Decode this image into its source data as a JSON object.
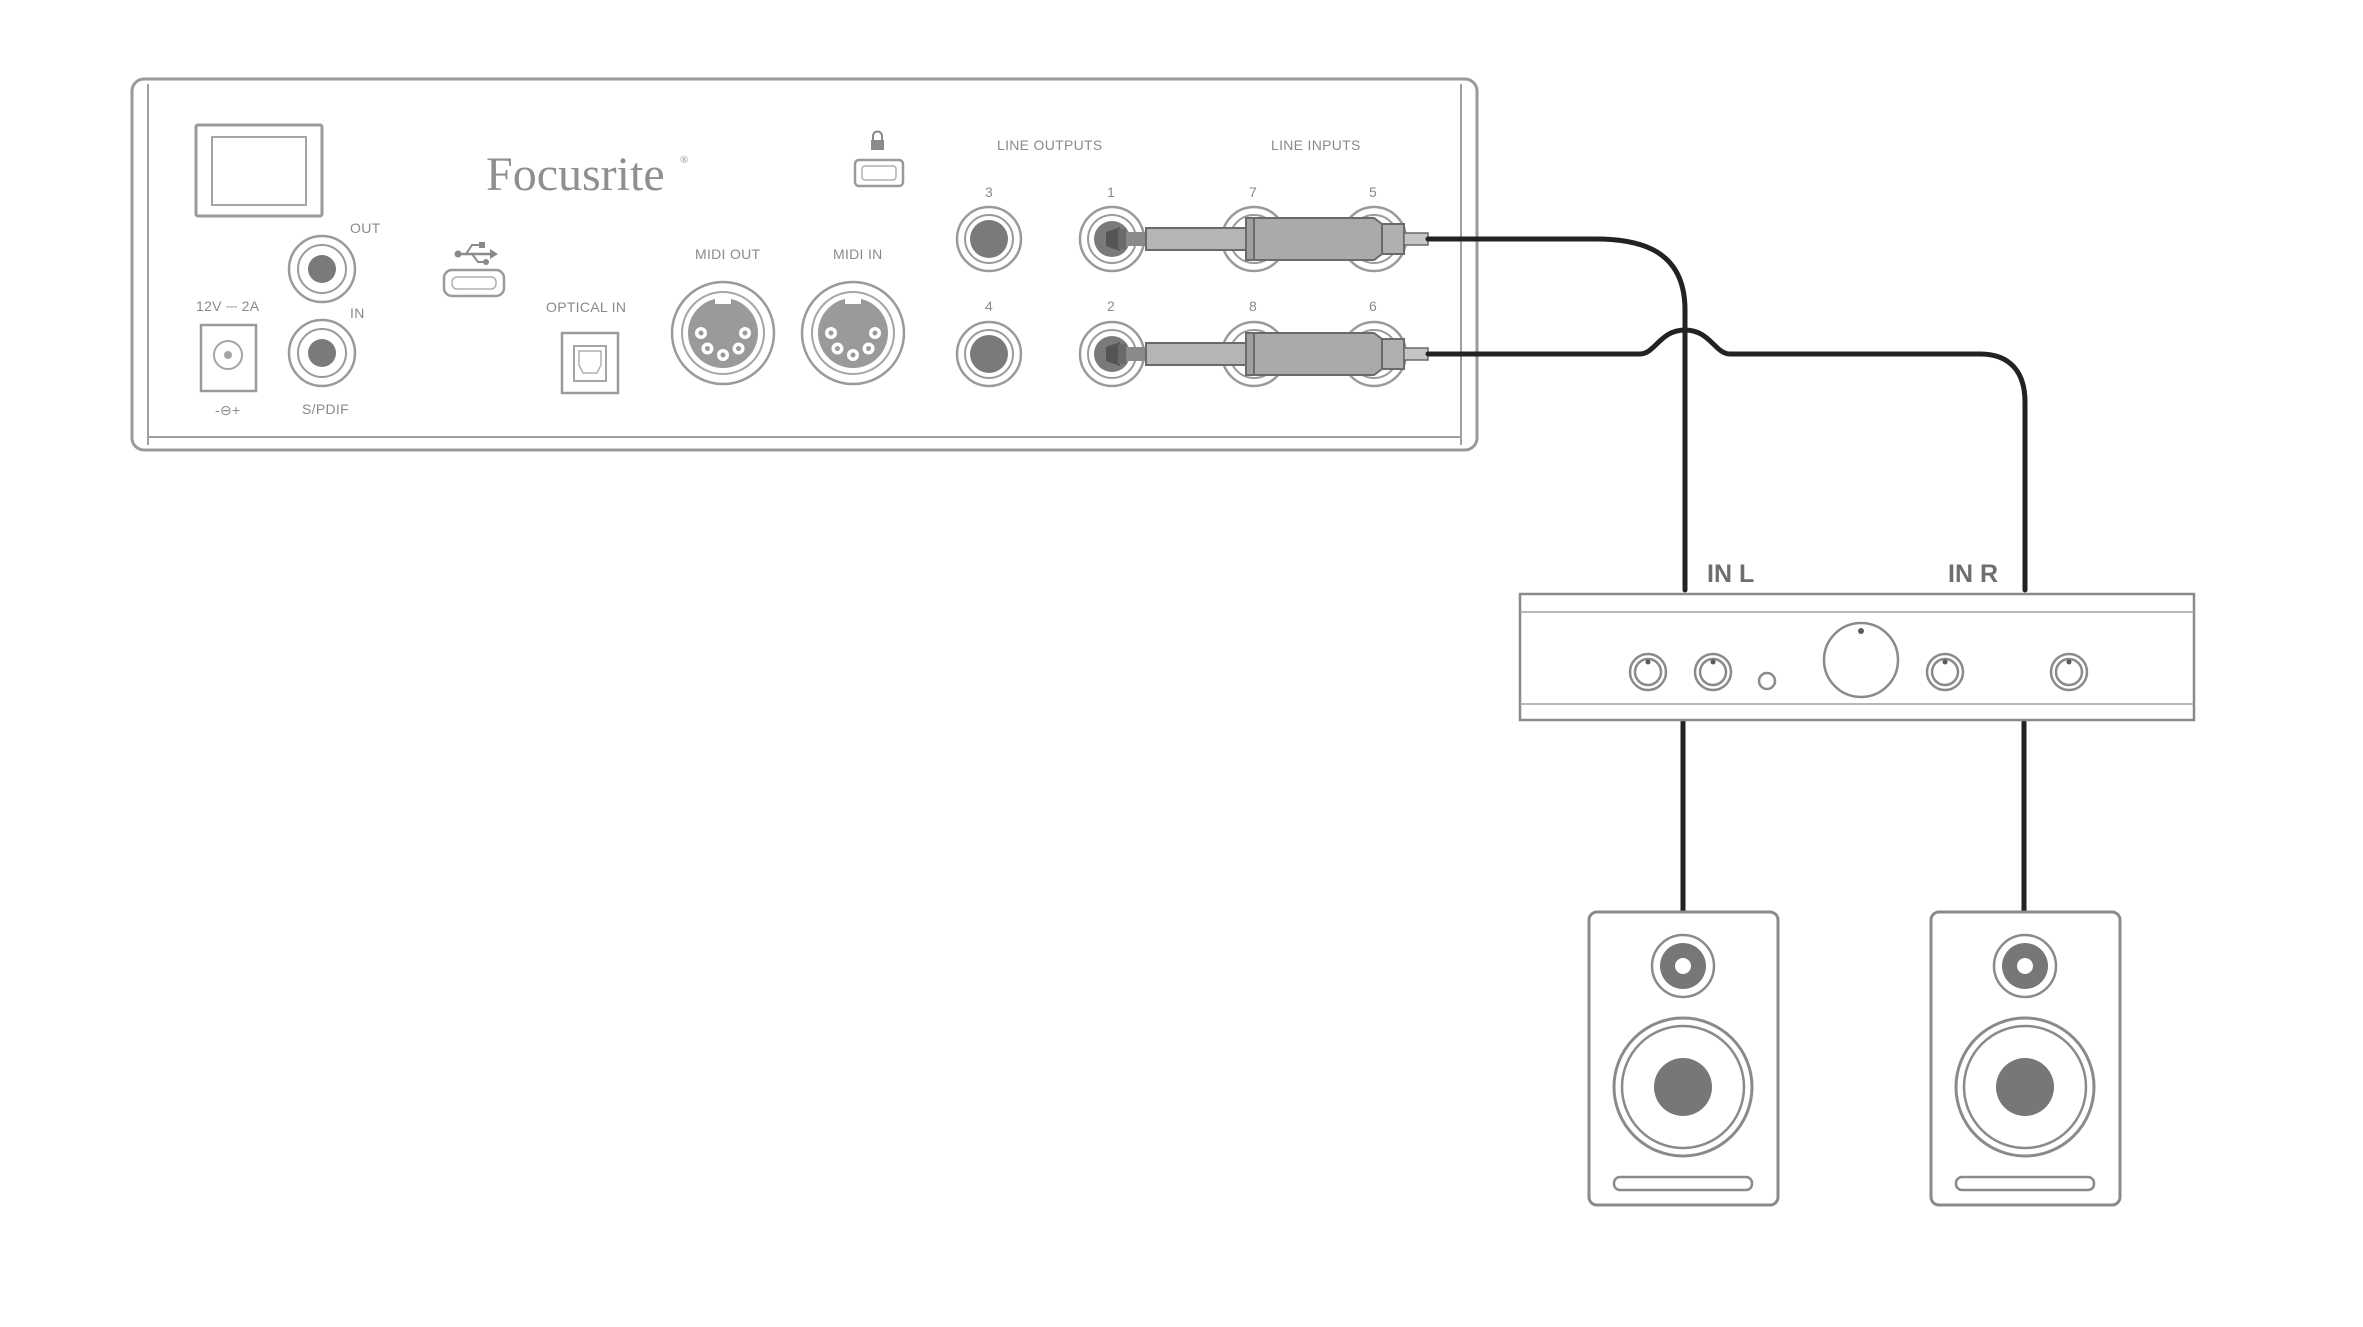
{
  "interface": {
    "brand": "Focusrite",
    "brand_mark": "®",
    "labels": {
      "spdif_out": "OUT",
      "spdif_in": "IN",
      "spdif": "S/PDIF",
      "power": "12V ⎓ 2A",
      "power_symbol": "-⊖+",
      "optical_in": "OPTICAL IN",
      "midi_out": "MIDI OUT",
      "midi_in": "MIDI IN",
      "line_outputs": "LINE OUTPUTS",
      "line_inputs": "LINE INPUTS"
    },
    "line_output_numbers": [
      "3",
      "1",
      "4",
      "2"
    ],
    "line_input_numbers": [
      "7",
      "5",
      "8",
      "6"
    ]
  },
  "amplifier": {
    "in_left": "IN L",
    "in_right": "IN R"
  },
  "icons": {
    "usb": "usb-icon",
    "lock": "lock-icon"
  },
  "colors": {
    "device_outline": "#9a9a9a",
    "cable": "#222222",
    "label": "#8a8a8a",
    "speaker_cone": "#777777"
  }
}
